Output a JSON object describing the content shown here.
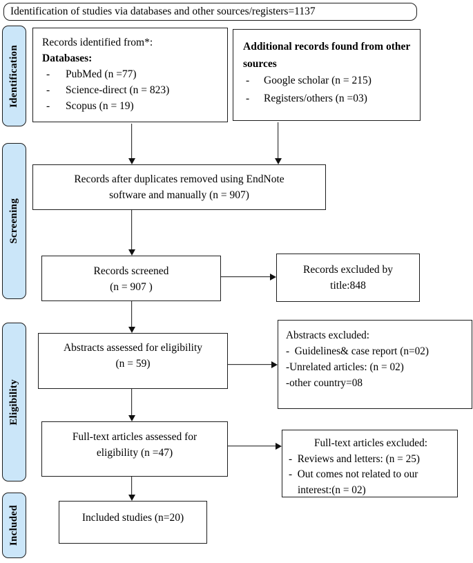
{
  "banner": {
    "text": "Identification of studies via databases and other sources/registers=1137"
  },
  "sidebar": {
    "fill": "#cbe6f9",
    "items": [
      {
        "label": "Identification"
      },
      {
        "label": "Screening"
      },
      {
        "label": "Eligibility"
      },
      {
        "label": "Included"
      }
    ]
  },
  "bullets": {
    "dash": "-"
  },
  "boxes": {
    "databases": {
      "line1": "Records identified from*:",
      "line2": "Databases:",
      "items": [
        "PubMed (n =77)",
        "Science-direct (n = 823)",
        "Scopus (n = 19)"
      ]
    },
    "other_sources": {
      "title": "Additional records found from other sources",
      "items": [
        "Google scholar (n = 215)",
        "Registers/others (n =03)"
      ]
    },
    "duplicates": {
      "line1": "Records after duplicates removed using EndNote",
      "line2": "software and manually (n = 907)"
    },
    "screened": {
      "line1": "Records screened",
      "line2": "(n = 907 )"
    },
    "records_excluded": {
      "line1": "Records excluded by",
      "line2": "title:848"
    },
    "abstracts": {
      "line1": "Abstracts assessed for eligibility",
      "line2": "(n = 59)"
    },
    "abstracts_excluded": {
      "title": "Abstracts excluded:",
      "items": [
        "-  Guidelines& case report (n=02)",
        "-Unrelated articles: (n = 02)",
        "-other country=08"
      ]
    },
    "fulltext": {
      "line1": "Full-text articles assessed for",
      "line2": "eligibility (n =47)"
    },
    "fulltext_excluded": {
      "title": "Full-text articles excluded:",
      "items": [
        "-  Reviews and letters: (n = 25)",
        "-  Out comes not related to our interest:(n = 02)"
      ]
    },
    "included": {
      "line1": "Included studies (n=20)"
    }
  }
}
